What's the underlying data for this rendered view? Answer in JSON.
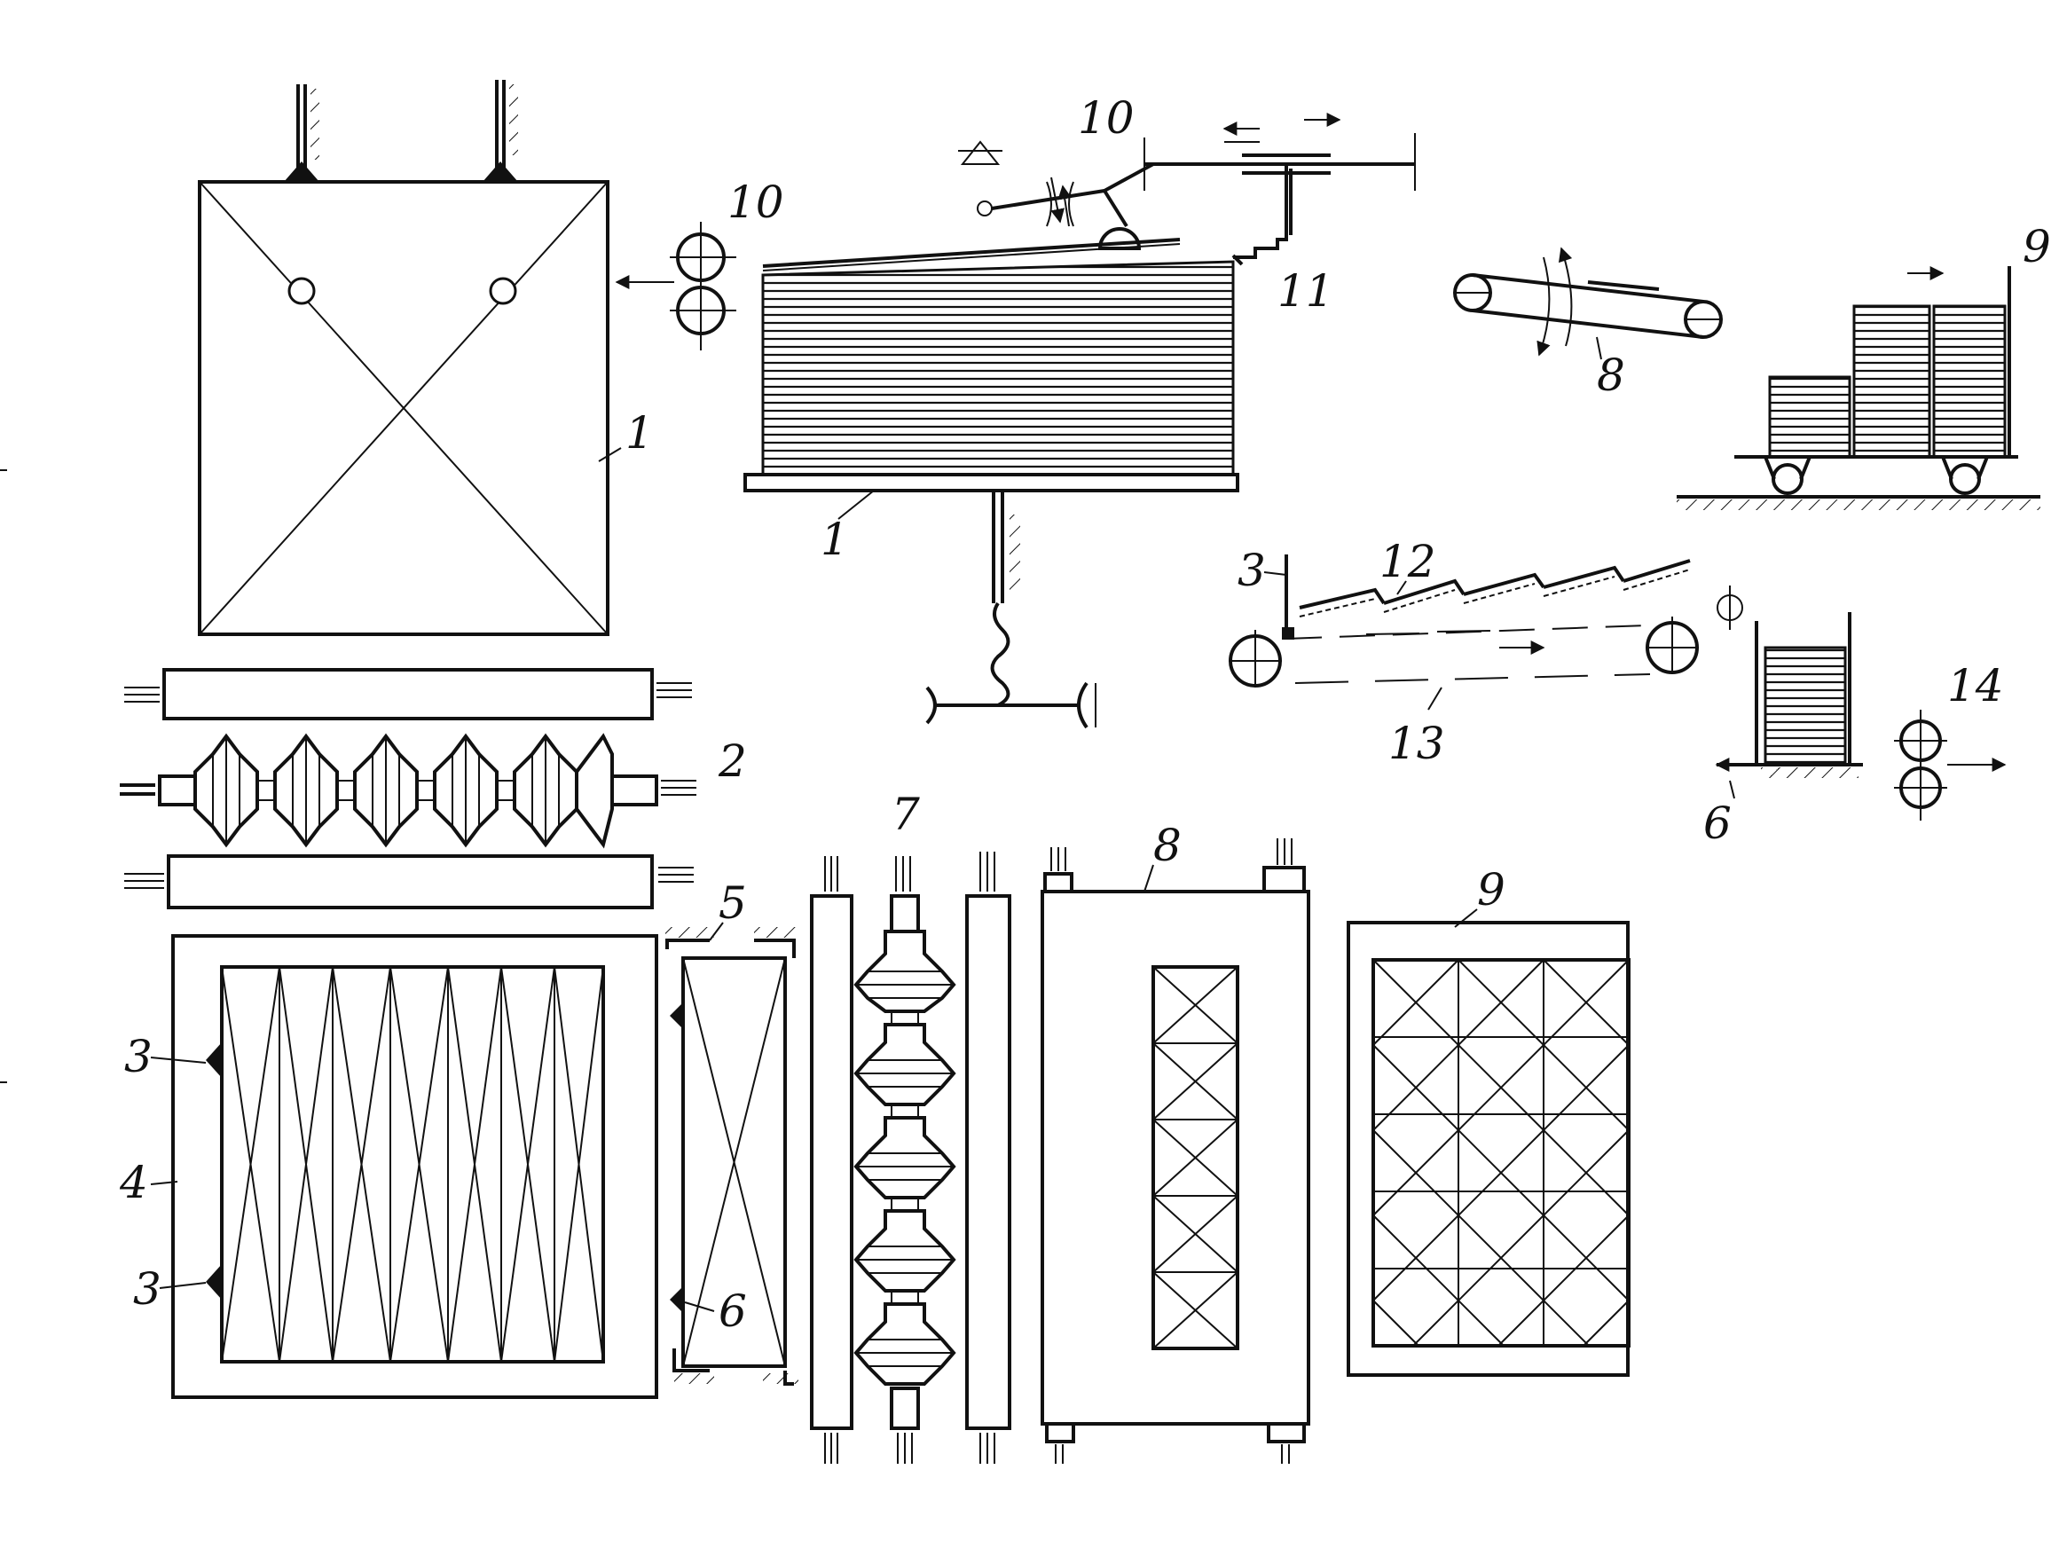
{
  "labels": {
    "l1_sheet": "1",
    "l1_stack": "1",
    "l2": "2",
    "l3_a": "3",
    "l3_b": "3",
    "l3_c": "3",
    "l4": "4",
    "l5": "5",
    "l6_a": "6",
    "l6_b": "6",
    "l7": "7",
    "l8_a": "8",
    "l8_b": "8",
    "l9_a": "9",
    "l9_b": "9",
    "l10_a": "10",
    "l10_b": "10",
    "l11": "11",
    "l12": "12",
    "l13": "13",
    "l14": "14"
  }
}
